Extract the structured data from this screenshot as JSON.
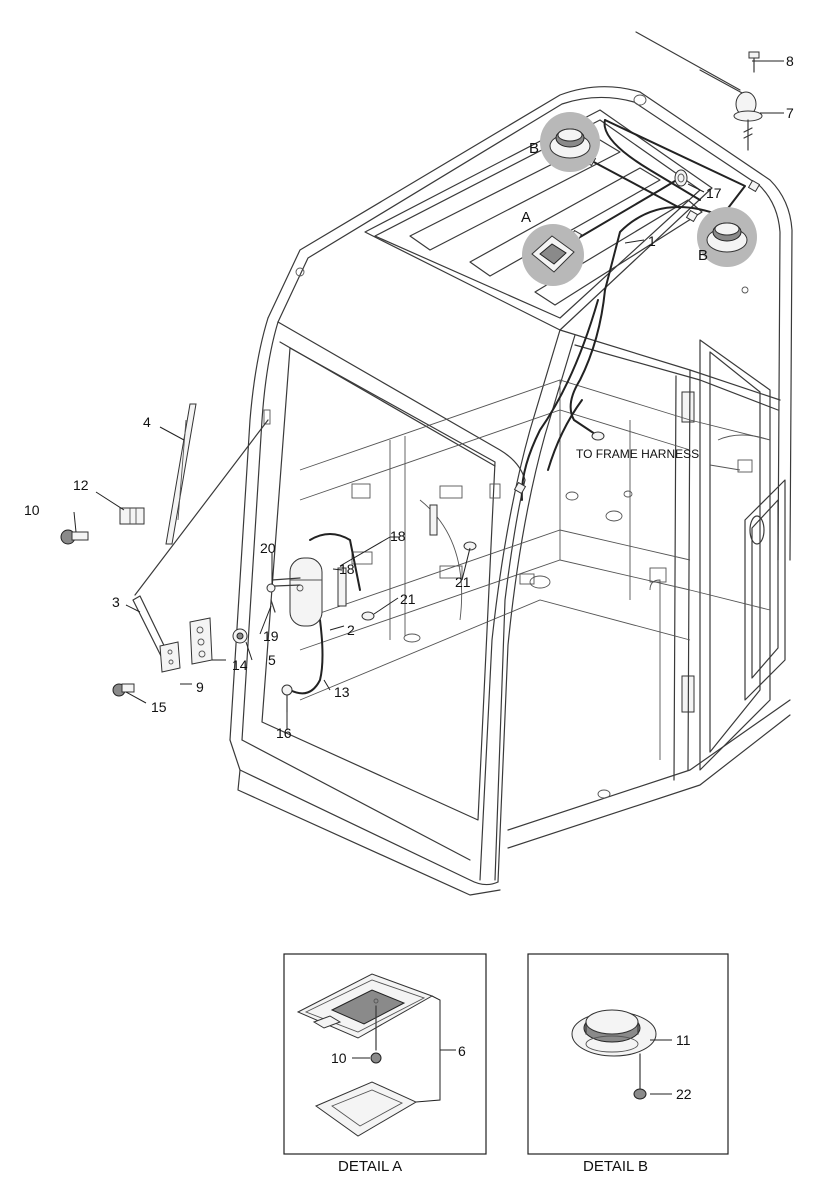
{
  "callouts": {
    "c1": "1",
    "c2": "2",
    "c3": "3",
    "c4": "4",
    "c5": "5",
    "c6": "6",
    "c7": "7",
    "c8": "8",
    "c9": "9",
    "c10a": "10",
    "c10b": "10",
    "c11": "11",
    "c12": "12",
    "c13": "13",
    "c14": "14",
    "c15": "15",
    "c16": "16",
    "c17": "17",
    "c18a": "18",
    "c18b": "18",
    "c19": "19",
    "c20": "20",
    "c21a": "21",
    "c21b": "21",
    "c22": "22"
  },
  "letters": {
    "a": "A",
    "b1": "B",
    "b2": "B"
  },
  "note": "TO FRAME HARNESS",
  "details": {
    "a": "DETAIL A",
    "b": "DETAIL B"
  }
}
